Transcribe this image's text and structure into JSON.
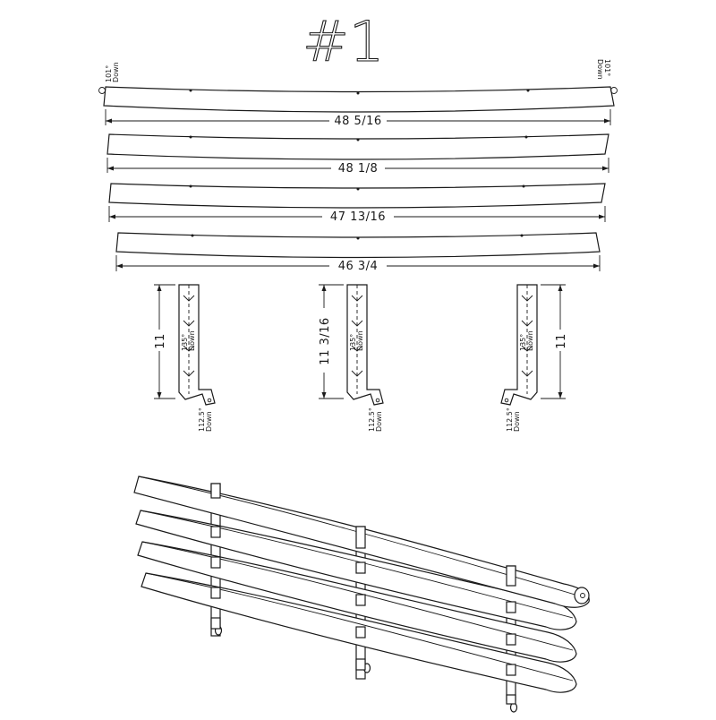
{
  "title": "#1",
  "bars": [
    {
      "dimension": "48 5/16",
      "end_angle": "101°",
      "end_note": "Down"
    },
    {
      "dimension": "48 1/8"
    },
    {
      "dimension": "47 13/16"
    },
    {
      "dimension": "46 3/4"
    }
  ],
  "brackets": [
    {
      "height": "11",
      "fold_angle": "135°",
      "fold_note": "Down",
      "tab_angle": "112.5°",
      "tab_note": "Down"
    },
    {
      "height": "11 3/16",
      "fold_angle": "135°",
      "fold_note": "Down",
      "tab_angle": "112.5°",
      "tab_note": "Down"
    },
    {
      "height": "11",
      "fold_angle": "135°",
      "fold_note": "Down",
      "tab_angle": "112.5°",
      "tab_note": "Down"
    }
  ]
}
